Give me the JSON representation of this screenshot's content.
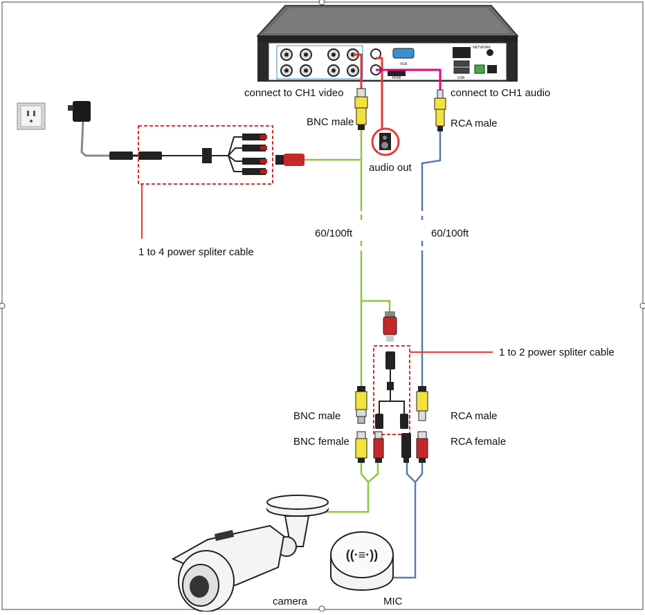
{
  "labels": {
    "ch1_video": "connect to CH1  video",
    "ch1_audio": "connect to CH1  audio",
    "bnc_male_top": "BNC male",
    "rca_male_top": "RCA male",
    "audio_out": "audio out",
    "dist_left": "60/100ft",
    "dist_right": "60/100ft",
    "splitter4": "1 to 4 power spliter cable",
    "splitter2": "1 to 2 power spliter cable",
    "bnc_male_bottom": "BNC male",
    "bnc_female": "BNC female",
    "rca_male_bottom": "RCA male",
    "rca_female": "RCA female",
    "camera": "camera",
    "mic": "MIC"
  },
  "dvr_panel": {
    "vga": "VGA",
    "hdmi": "HDMI",
    "network": "NETWORK",
    "usb": "USB"
  },
  "colors": {
    "video_cable": "#8cc63f",
    "audio_cable": "#5a78b4",
    "audio_link": "#e6007e",
    "highlight": "#e53935",
    "connector_yellow": "#f2e33a",
    "connector_red": "#c62828",
    "splitter_box": "#d32f2f"
  }
}
